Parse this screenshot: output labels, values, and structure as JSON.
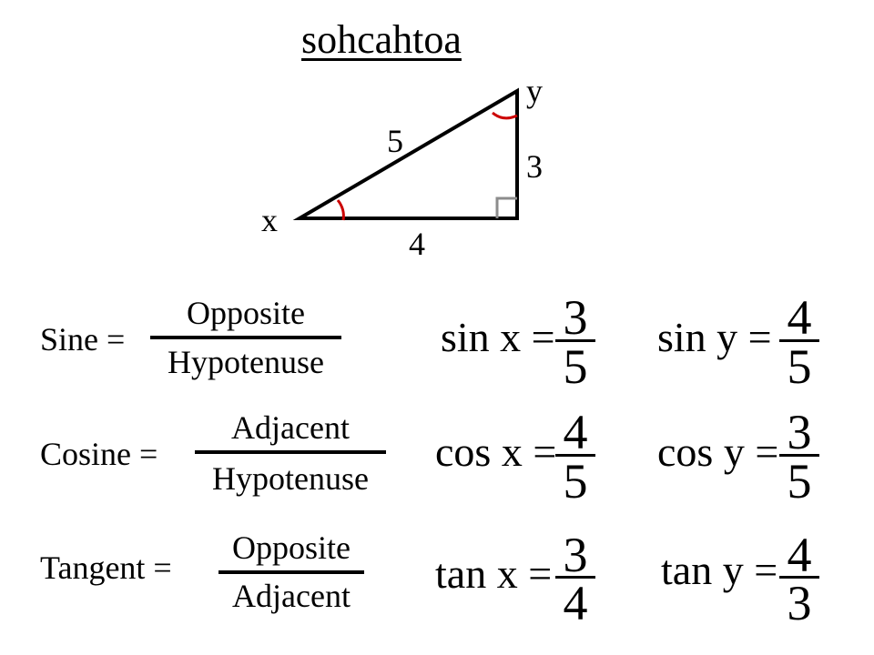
{
  "title": "sohcahtoa",
  "triangle": {
    "angle_x_label": "x",
    "angle_y_label": "y",
    "hypotenuse": "5",
    "opposite_vertical": "3",
    "adjacent_horizontal": "4",
    "colors": {
      "stroke": "#000000",
      "angle_arc": "#cc0000",
      "right_angle_mark": "#8c8c8c"
    }
  },
  "definitions": [
    {
      "name": "Sine =",
      "numerator": "Opposite",
      "denominator": "Hypotenuse"
    },
    {
      "name": "Cosine =",
      "numerator": "Adjacent",
      "denominator": "Hypotenuse"
    },
    {
      "name": "Tangent =",
      "numerator": "Opposite",
      "denominator": "Adjacent"
    }
  ],
  "examples_x": [
    {
      "lhs": "sin x =",
      "num": "3",
      "den": "5"
    },
    {
      "lhs": "cos x =",
      "num": "4",
      "den": "5"
    },
    {
      "lhs": "tan x =",
      "num": "3",
      "den": "4"
    }
  ],
  "examples_y": [
    {
      "lhs": "sin y =",
      "num": "4",
      "den": "5"
    },
    {
      "lhs": "cos y =",
      "num": "3",
      "den": "5"
    },
    {
      "lhs": "tan y =",
      "num": "4",
      "den": "3"
    }
  ]
}
